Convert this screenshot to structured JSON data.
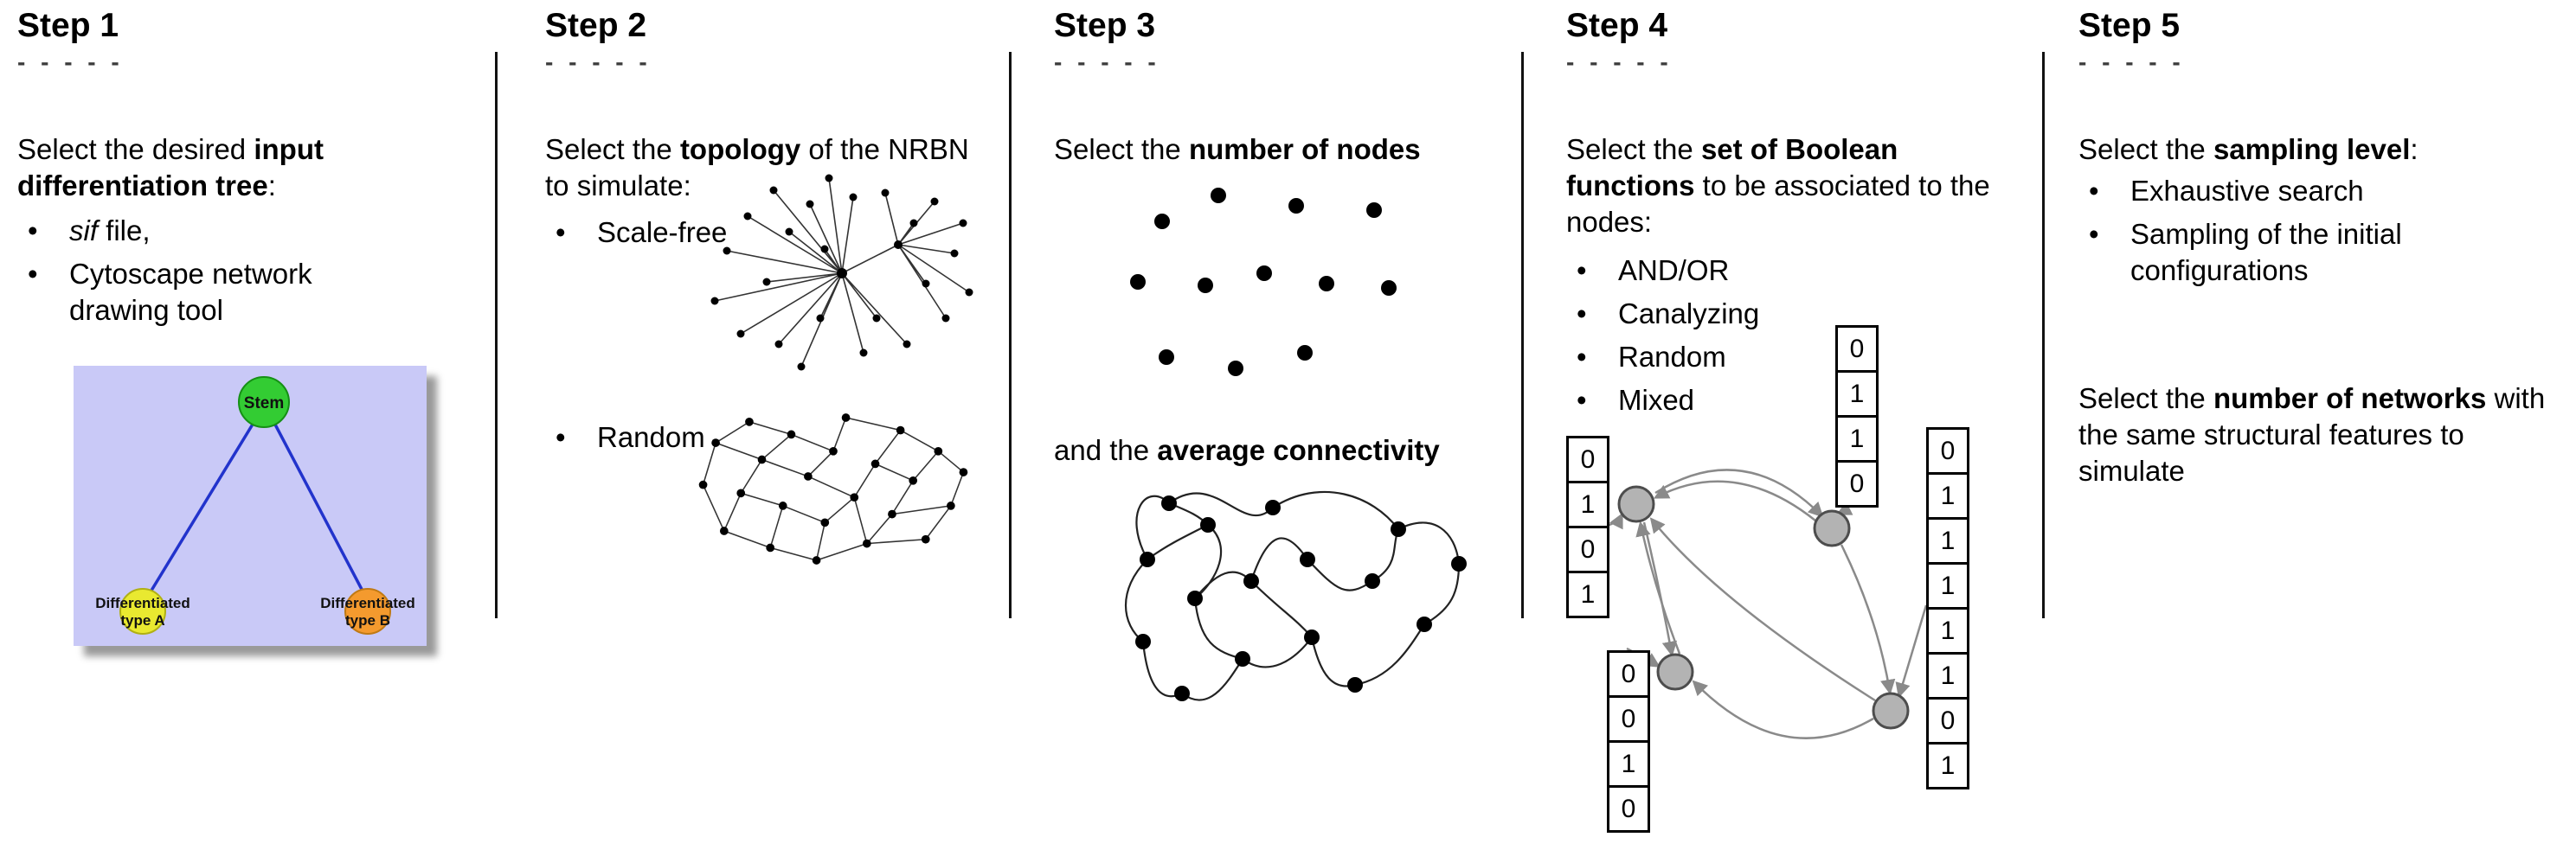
{
  "steps": [
    {
      "title": "Step 1",
      "dashes": "- - - - -",
      "intro": [
        "Select the desired ",
        "input differentiation tree",
        ":"
      ],
      "bullet1_italic": "sif",
      "bullet1_rest": " file,",
      "bullet2": "Cytoscape network drawing tool",
      "tree": {
        "stem_label": "Stem",
        "left_label_line1": "Differentiated",
        "left_label_line2": "type A",
        "right_label_line1": "Differentiated",
        "right_label_line2": "type B",
        "colors": {
          "background": "#c9c9f7",
          "stem_node": "#33cc33",
          "type_a_node": "#e9e930",
          "type_b_node": "#f49a2e",
          "edge": "#2233cc"
        }
      }
    },
    {
      "title": "Step 2",
      "dashes": "- - - - -",
      "intro": [
        "Select the ",
        "topology",
        " of the NRBN to simulate:"
      ],
      "bullets": [
        "Scale-free",
        "Random"
      ]
    },
    {
      "title": "Step 3",
      "dashes": "- - - - -",
      "line1": [
        "Select the ",
        "number of nodes",
        ""
      ],
      "line2": [
        "and the ",
        "average connectivity",
        ""
      ]
    },
    {
      "title": "Step 4",
      "dashes": "- - - - -",
      "intro": [
        "Select the ",
        "set of Boolean functions",
        " to be associated to the nodes:"
      ],
      "bullets": [
        "AND/OR",
        "Canalyzing",
        "Random",
        "Mixed"
      ],
      "node_color": "#b3b3b3",
      "truth_tables": {
        "left": [
          "0",
          "1",
          "0",
          "1"
        ],
        "top": [
          "0",
          "1",
          "1",
          "0"
        ],
        "right": [
          "0",
          "1",
          "1",
          "1",
          "1",
          "1",
          "0",
          "1"
        ],
        "bottom": [
          "0",
          "0",
          "1",
          "0"
        ]
      }
    },
    {
      "title": "Step 5",
      "dashes": "- - - - -",
      "intro": [
        "Select the ",
        "sampling level",
        ":"
      ],
      "bullets": [
        "Exhaustive search",
        "Sampling of the initial configurations"
      ],
      "second": [
        "Select the ",
        "number of networks",
        " with the same structural features to simulate"
      ]
    }
  ]
}
